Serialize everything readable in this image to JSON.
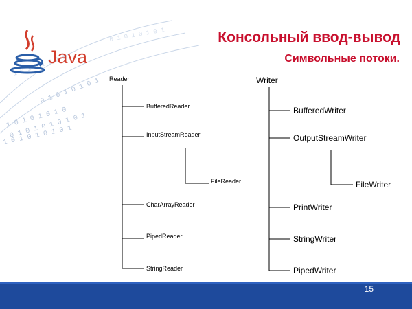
{
  "slide": {
    "logo_text": "Java",
    "title": "Консольный ввод-вывод",
    "subtitle": "Символьные потоки.",
    "page_number": "15"
  },
  "background": {
    "binary_rows": [
      "0 1 0 1 0 1 0 1",
      "1 0 1 0 1 0 1 0",
      "0 1 0 1 0 1 0 1 0 1",
      "1 0 1 0 1 0 1 0 1"
    ]
  },
  "colors": {
    "title": "#c8102e",
    "footer": "#1e4a9c",
    "logo_blue": "#2a5ea8",
    "logo_red": "#d23d2c"
  },
  "diagram": {
    "reader": {
      "root": "Reader",
      "children": [
        {
          "label": "BufferedReader",
          "children": []
        },
        {
          "label": "InputStreamReader",
          "children": [
            {
              "label": "FileReader"
            }
          ]
        },
        {
          "label": "CharArrayReader",
          "children": []
        },
        {
          "label": "PipedReader",
          "children": []
        },
        {
          "label": "StringReader",
          "children": []
        }
      ]
    },
    "writer": {
      "root": "Writer",
      "children": [
        {
          "label": "BufferedWriter",
          "children": []
        },
        {
          "label": "OutputStreamWriter",
          "children": [
            {
              "label": "FileWriter"
            }
          ]
        },
        {
          "label": "PrintWriter",
          "children": []
        },
        {
          "label": "StringWriter",
          "children": []
        },
        {
          "label": "PipedWriter",
          "children": []
        }
      ]
    }
  }
}
